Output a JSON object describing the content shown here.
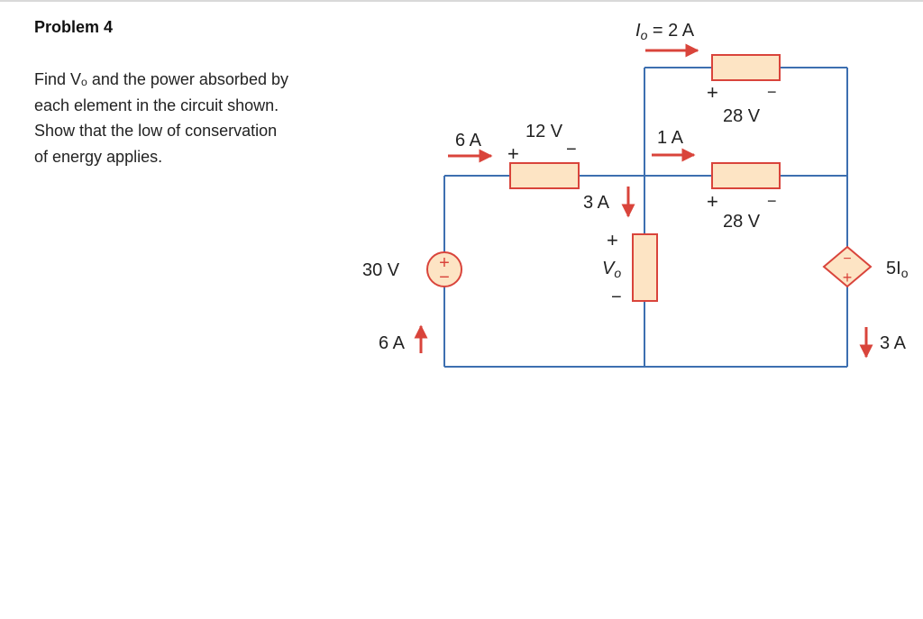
{
  "problem": {
    "title": "Problem 4",
    "statement_lines": [
      "Find Vₒ and the power absorbed by",
      "each element in the circuit shown.",
      "Show that the low of conservation",
      "of energy applies."
    ]
  },
  "circuit": {
    "source_voltage": "30 V",
    "source_current": "6 A",
    "series_current": "6 A",
    "series_voltage": "12 V",
    "middle_current": "3 A",
    "vo_label": "V",
    "vo_sub": "o",
    "io_label": "I",
    "io_sub": "o",
    "io_value": " = 2 A",
    "middle_branch_current": "1 A",
    "top_resistor_voltage": "28 V",
    "middle_resistor_voltage": "28 V",
    "dependent_source_label": "5I",
    "dependent_source_sub": "o",
    "dependent_source_current": "3 A",
    "plus": "+",
    "minus": "−",
    "colors": {
      "wire": "#3d6fb0",
      "resistor_fill": "#fde4c4",
      "element_stroke": "#d9443b",
      "arrow": "#d9443b"
    }
  }
}
